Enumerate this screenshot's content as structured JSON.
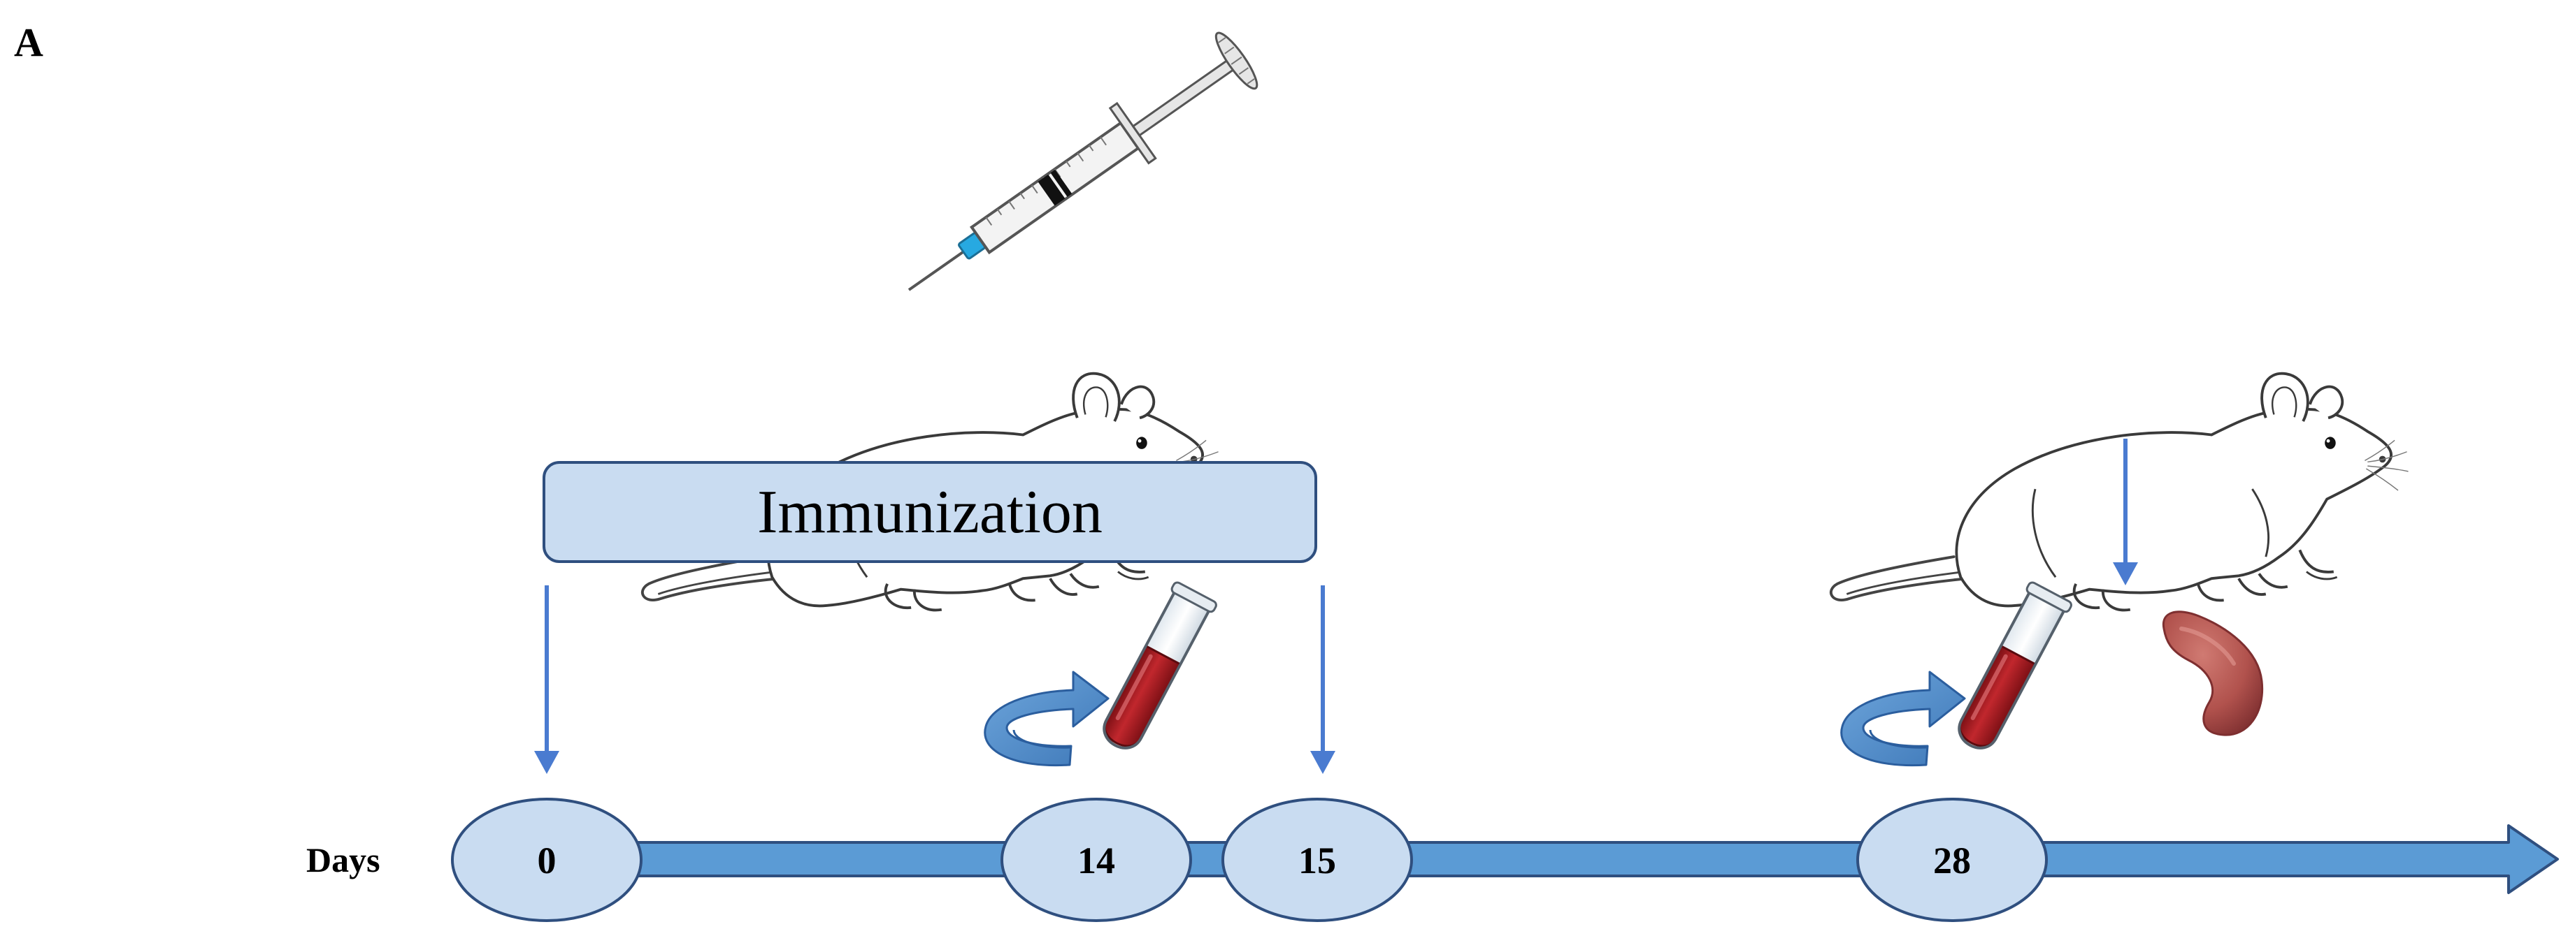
{
  "panel_label": "A",
  "banner": {
    "label": "Immunization"
  },
  "timeline": {
    "axis_label": "Days",
    "nodes": [
      {
        "label": "0"
      },
      {
        "label": "14"
      },
      {
        "label": "15"
      },
      {
        "label": "28"
      }
    ]
  },
  "icons": {
    "syringe": "syringe-icon",
    "mouse": "mouse-icon",
    "blood_tube": "blood-tube-icon",
    "spleen": "spleen-icon",
    "curved_arrow": "curved-arrow-icon"
  },
  "colors": {
    "timeline_fill": "#5b9bd5",
    "timeline_stroke": "#2f4f7f",
    "node_fill": "#c9dcf1",
    "node_stroke": "#2f4f7f",
    "banner_fill": "#c9dcf1",
    "arrow": "#4a7bd0",
    "blood": "#b01e26",
    "spleen": "#b04a4a"
  }
}
